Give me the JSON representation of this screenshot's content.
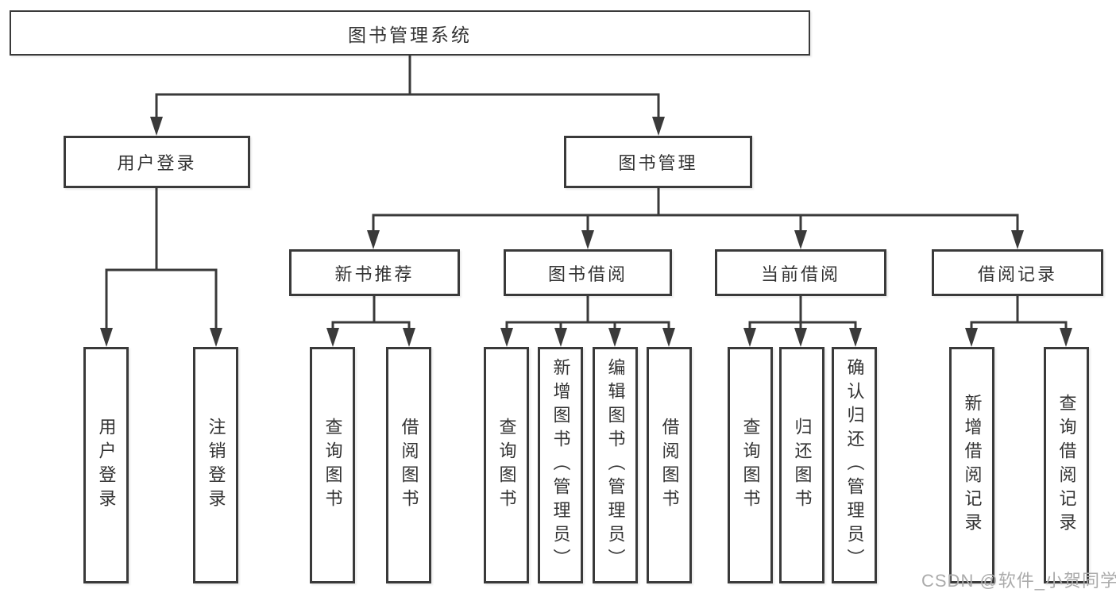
{
  "title": "图书管理系统",
  "watermark": "CSDN @软件_小贺同学",
  "colors": {
    "line": "#3a3a3a",
    "box_border": "#3a3a3a",
    "text": "#333333",
    "box_background": "#ffffff",
    "page_background": "#ffffff",
    "watermark": "#ababab"
  },
  "level2": [
    {
      "label": "用户登录"
    },
    {
      "label": "图书管理"
    }
  ],
  "level3": [
    {
      "label": "新书推荐"
    },
    {
      "label": "图书借阅"
    },
    {
      "label": "当前借阅"
    },
    {
      "label": "借阅记录"
    }
  ],
  "leaf_groups": [
    {
      "parent": "用户登录",
      "items": [
        "用户登录",
        "注销登录"
      ]
    },
    {
      "parent": "新书推荐",
      "items": [
        "查询图书",
        "借阅图书"
      ]
    },
    {
      "parent": "图书借阅",
      "items": [
        "查询图书",
        "新增图书（管理员）",
        "编辑图书（管理员）",
        "借阅图书"
      ]
    },
    {
      "parent": "当前借阅",
      "items": [
        "查询图书",
        "归还图书",
        "确认归还（管理员）"
      ]
    },
    {
      "parent": "借阅记录",
      "items": [
        "新增借阅记录",
        "查询借阅记录"
      ]
    }
  ]
}
